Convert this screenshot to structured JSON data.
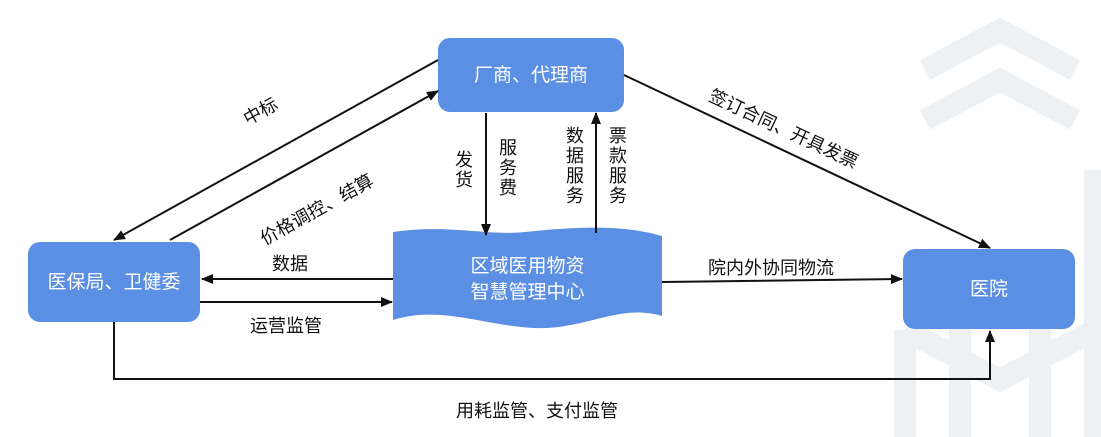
{
  "nodes": {
    "manufacturer": "厂商、代理商",
    "bureau": "医保局、卫健委",
    "center_line1": "区域医用物资",
    "center_line2": "智慧管理中心",
    "hospital": "医院"
  },
  "edges": {
    "bid_win": "中标",
    "price_settle": "价格调控、结算",
    "contract_invoice": "签订合同、开具发票",
    "ship": "发货",
    "service_fee": "服务费",
    "data_service": "数据服务",
    "payment_service": "票款服务",
    "data": "数据",
    "ops_supervision": "运营监管",
    "logistics": "院内外协同物流",
    "consumable_pay_supervision": "用耗监管、支付监管"
  },
  "colors": {
    "node_fill": "#5b8fe3",
    "arrow": "#111111",
    "watermark": "#eef1f4"
  }
}
